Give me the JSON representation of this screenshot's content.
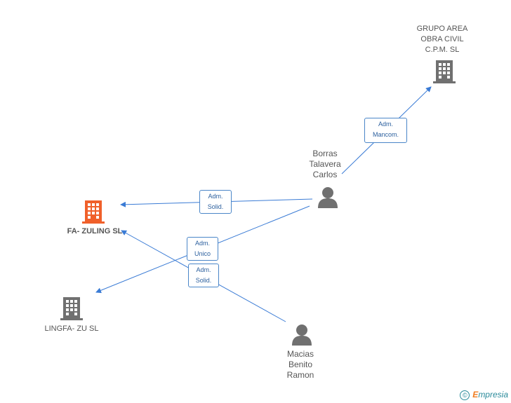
{
  "nodes": {
    "grupo_area": {
      "label": "GRUPO AREA\nOBRA CIVIL\nC.P.M. SL",
      "icon": "building-icon",
      "color": "#707070"
    },
    "fa_zuling": {
      "label": "FA- ZULING SL",
      "icon": "building-icon",
      "color": "#f0602a"
    },
    "lingfa": {
      "label": "LINGFA- ZU SL",
      "icon": "building-icon",
      "color": "#707070"
    },
    "borras": {
      "label": "Borras\nTalavera\nCarlos",
      "icon": "person-icon",
      "color": "#707070"
    },
    "macias": {
      "label": "Macias\nBenito\nRamon",
      "icon": "person-icon",
      "color": "#707070"
    }
  },
  "relations": {
    "borras_grupo": "Adm.\nMancom.",
    "borras_fa": "Adm.\nSolid.",
    "borras_lingfa": "Adm.\nUnico",
    "macias_fa": "Adm.\nSolid."
  },
  "colors": {
    "edge": "#3a7bd5",
    "accent": "#f0602a"
  },
  "brand": {
    "copyright": "©",
    "e": "E",
    "rest": "mpresia"
  }
}
